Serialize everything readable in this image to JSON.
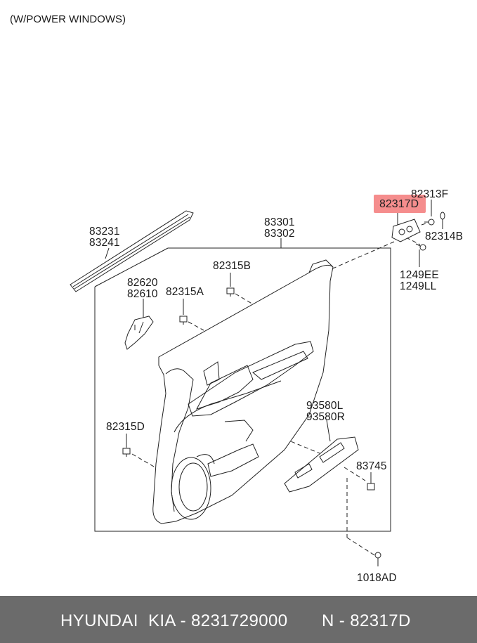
{
  "caption": "(W/POWER WINDOWS)",
  "highlight_part": "82317D",
  "parts": {
    "p83231": "83231",
    "p83241": "83241",
    "p83301": "83301",
    "p83302": "83302",
    "p82313F": "82313F",
    "p82314B": "82314B",
    "p1249EE": "1249EE",
    "p1249LL": "1249LL",
    "p82315B": "82315B",
    "p82620": "82620",
    "p82610": "82610",
    "p82315A": "82315A",
    "p82315D": "82315D",
    "p93580L": "93580L",
    "p93580R": "93580R",
    "p83745": "83745",
    "p1018AD": "1018AD"
  },
  "footer": {
    "brand": "HYUNDAI  KIA - 8231729000",
    "ref": "N - 82317D"
  },
  "colors": {
    "highlight": "#f58d8d",
    "footer_bg": "#6b6b6b",
    "line": "#222222"
  }
}
